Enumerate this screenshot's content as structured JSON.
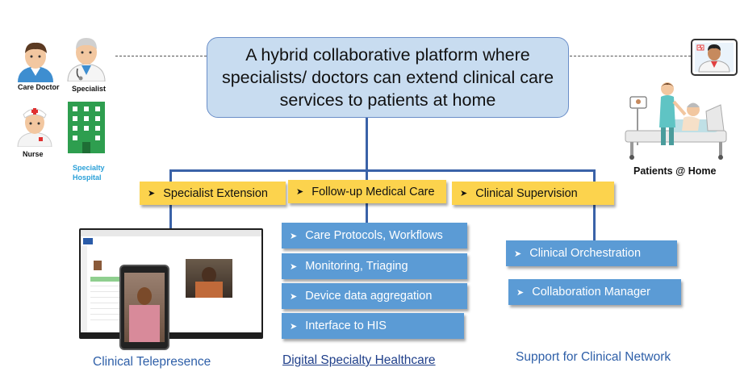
{
  "main_text": "A hybrid collaborative platform where specialists/ doctors can extend clinical care services to patients at home",
  "left_labels": {
    "care_doctor": "Care Doctor",
    "specialist": "Specialist",
    "nurse": "Nurse",
    "specialty_hospital": "Specialty Hospital"
  },
  "patients_label": "Patients @ Home",
  "bullet": "➤",
  "categories": [
    "Specialist Extension",
    "Follow-up  Medical Care",
    "Clinical Supervision"
  ],
  "digital_items": [
    "Care Protocols,  Workflows",
    "Monitoring, Triaging",
    "Device data aggregation",
    "Interface to HIS"
  ],
  "support_items": [
    "Clinical Orchestration",
    "Collaboration Manager"
  ],
  "captions": {
    "telepresence": "Clinical Telepresence",
    "digital": "Digital Specialty Healthcare",
    "support": "Support  for Clinical Network"
  },
  "colors": {
    "main_box_fill": "#c8dcf0",
    "category_fill": "#fcd34d",
    "item_fill": "#5b9bd5",
    "connector": "#3a62a8",
    "caption_blue": "#2e5fa8",
    "hospital_green": "#2e9e4f",
    "hospital_label": "#2aa0d8"
  }
}
